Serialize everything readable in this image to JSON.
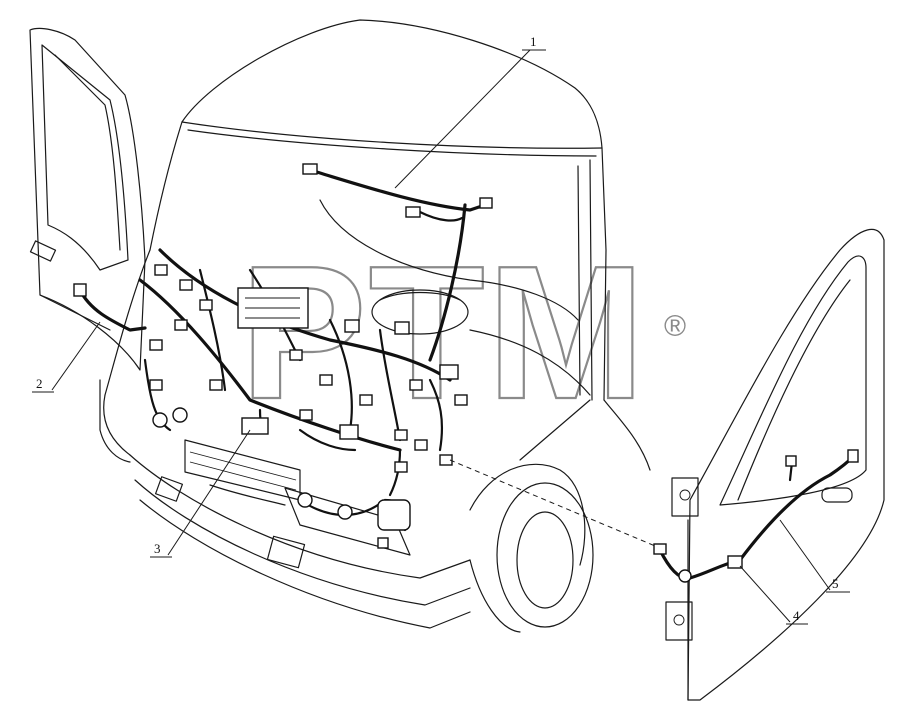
{
  "watermark": {
    "text": "PTM",
    "registered": "®"
  },
  "callouts": [
    {
      "id": "1",
      "label": "1"
    },
    {
      "id": "2",
      "label": "2"
    },
    {
      "id": "3",
      "label": "3"
    },
    {
      "id": "4",
      "label": "4"
    },
    {
      "id": "5",
      "label": "5"
    }
  ]
}
